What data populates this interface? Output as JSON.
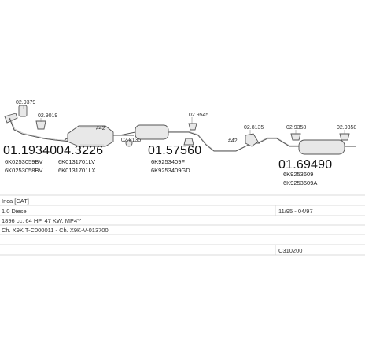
{
  "labels": {
    "clamp_1": "02.9379",
    "clamp_2": "02.9019",
    "front_pipe_no": "01.19340",
    "front_pipe_ref_1": "6K0253059BV",
    "front_pipe_ref_2": "6K0253058BV",
    "catalyst_no": "04.3226",
    "catalyst_ref_1": "6K0131701LV",
    "catalyst_ref_2": "6K0131701LX",
    "mark_1": "#42",
    "clamp_3": "02.8135",
    "mid_silencer_no": "01.57560",
    "mid_silencer_ref_1": "6K9253409F",
    "mid_silencer_ref_2": "6K9253409GD",
    "clamp_4": "02.9545",
    "mark_2": "#42",
    "clamp_5": "02.8135",
    "clamp_6": "02.9358",
    "clamp_7": "02.9358",
    "rear_silencer_no": "01.69490",
    "rear_silencer_ref_1": "6K9253609",
    "rear_silencer_ref_2": "6K9253609A"
  },
  "info": {
    "model": "Inca [CAT]",
    "engine": "1.0 Diese",
    "years": "11/95 - 04/97",
    "spec": "1896 cc, 64 HP, 47 KW, MP4Y",
    "chassis": "Ch. X9K T-C000011 - Ch. X9K-V-013700",
    "code": "C310200"
  }
}
